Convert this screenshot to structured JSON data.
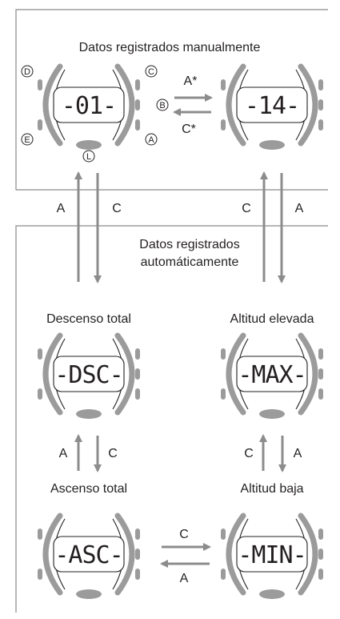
{
  "manual_section": {
    "title": "Datos registrados manualmente"
  },
  "auto_section": {
    "title_line1": "Datos registrados",
    "title_line2": "automáticamente"
  },
  "watches": {
    "manual_a": {
      "display": "-01-"
    },
    "manual_b": {
      "display": "-14-"
    },
    "dsc": {
      "title": "Descenso total",
      "display": "-DSC-"
    },
    "max": {
      "title": "Altitud elevada",
      "display": "-MAX-"
    },
    "asc": {
      "title": "Ascenso total",
      "display": "-ASC-"
    },
    "min": {
      "title": "Altitud baja",
      "display": "-MIN-"
    }
  },
  "buttons": {
    "D": "D",
    "C": "C",
    "B": "B",
    "E": "E",
    "A": "A",
    "L": "L"
  },
  "arrow_labels": {
    "manual_forward": "A*",
    "manual_back": "C*",
    "left_up": "A",
    "left_down": "C",
    "right_up": "C",
    "right_down": "A",
    "dsc_asc_up": "A",
    "dsc_asc_down": "C",
    "max_min_up": "C",
    "max_min_down": "A",
    "bottom_forward": "C",
    "bottom_back": "A"
  },
  "colors": {
    "watch_gray": "#9b9b9b",
    "arrow_gray": "#8c8c8c",
    "border_gray": "#8a8a8a",
    "text": "#231f20"
  }
}
